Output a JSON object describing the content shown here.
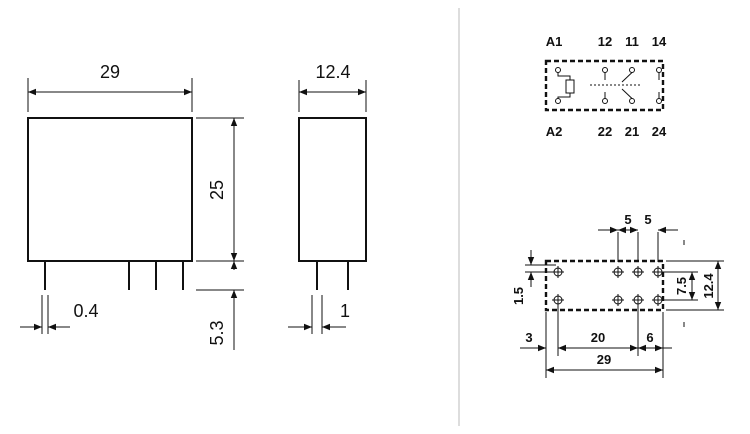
{
  "front_view": {
    "width_label": "29",
    "height_label": "25",
    "pin_height_label": "5.3",
    "pin_thickness_label": "0.4"
  },
  "side_view": {
    "depth_label": "12.4",
    "pin_width_label": "1"
  },
  "schematic": {
    "top_labels": [
      "A1",
      "12",
      "11",
      "14"
    ],
    "bottom_labels": [
      "A2",
      "22",
      "21",
      "24"
    ]
  },
  "footprint": {
    "pitch_labels": [
      "5",
      "5"
    ],
    "row_spacing_label": "7.5",
    "depth_label": "12.4",
    "hole_offset_label": "1.5",
    "edge_labels": [
      "3",
      "20",
      "6"
    ],
    "total_width_label": "29"
  }
}
